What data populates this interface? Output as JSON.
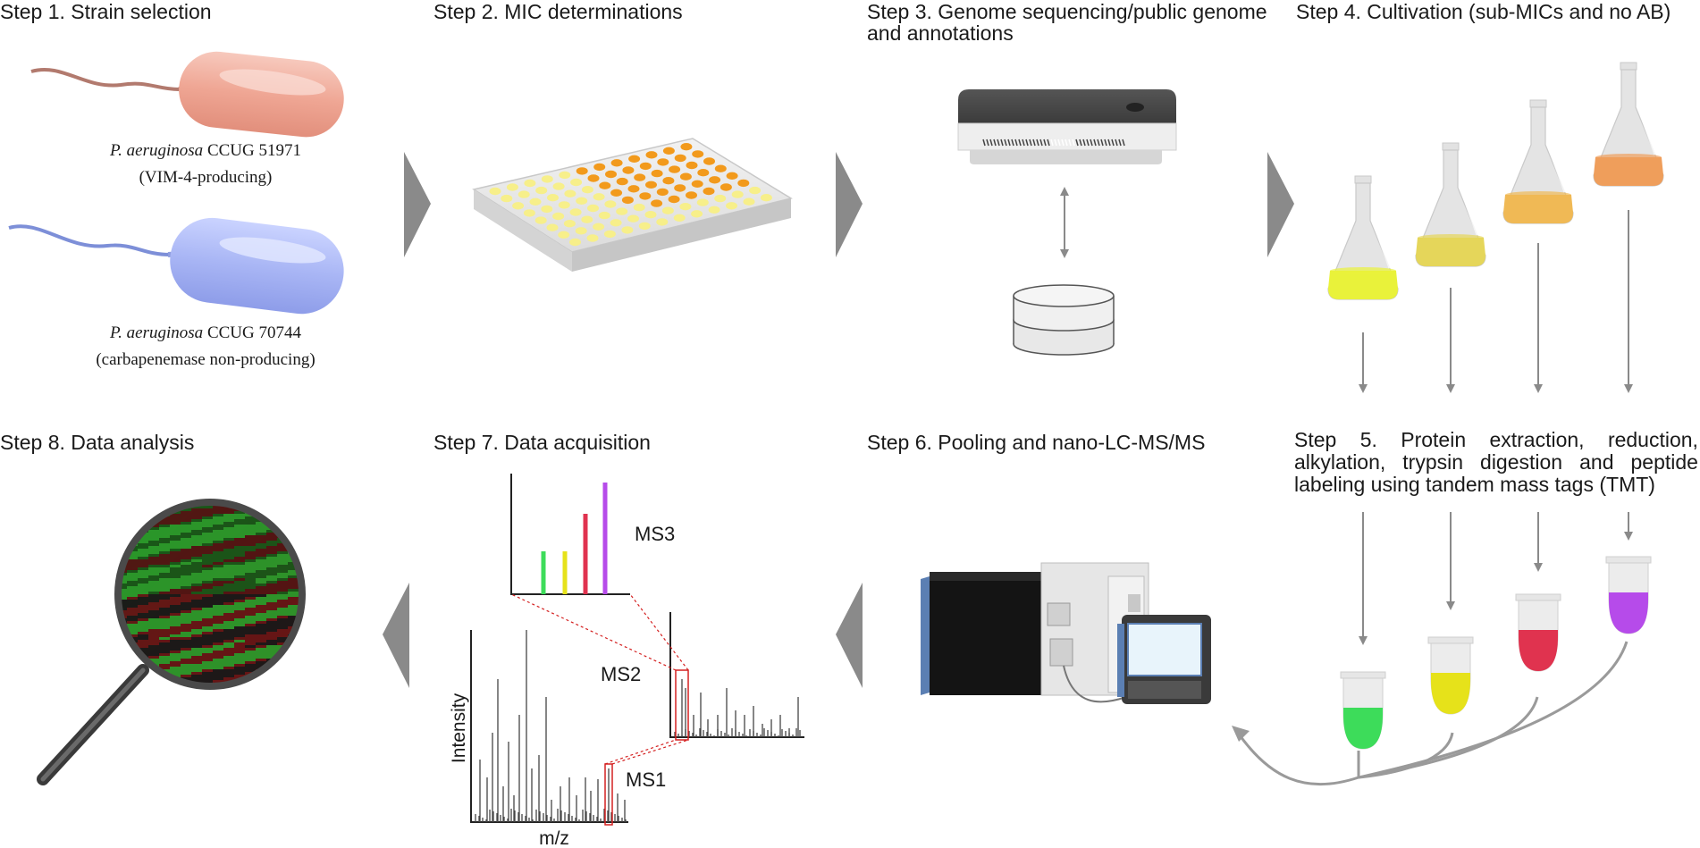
{
  "steps": {
    "s1": "Step 1. Strain selection",
    "s2": "Step 2. MIC determinations",
    "s3_line1": "Step 3. Genome sequencing/public genome",
    "s3_line2": "and annotations",
    "s4": "Step 4. Cultivation (sub-MICs and no AB)",
    "s5_line1": [
      "Step",
      "5.",
      "Protein",
      "extraction,",
      "reduction,"
    ],
    "s5_line2": [
      "alkylation,",
      "trypsin",
      "digestion",
      "and",
      "peptide"
    ],
    "s5_line3": "labeling using tandem mass tags (TMT)",
    "s6": "Step 6. Pooling and nano-LC-MS/MS",
    "s7": "Step 7. Data acquisition",
    "s8": "Step 8. Data analysis"
  },
  "strains": {
    "a_species": "P. aeruginosa",
    "a_id": " CCUG 51971",
    "a_note": "(VIM-4-producing)",
    "b_species": "P. aeruginosa",
    "b_id": " CCUG 70744",
    "b_note": "(carbapenemase non-producing)"
  },
  "ms": {
    "ms3": "MS3",
    "ms2": "MS2",
    "ms1": "MS1",
    "ylabel": "Intensity",
    "xlabel": "m/z"
  },
  "colors": {
    "arrow_gray": "#8a8a8a",
    "well_orange": "#f29a1c",
    "well_yellow": "#f7ef8a",
    "tmt_green": "#3ddc5a",
    "tmt_yellow": "#e6e21a",
    "tmt_red": "#e0334f",
    "tmt_purple": "#b64bea",
    "highlight_red": "#d42020",
    "instrument_blue": "#5b7fb3"
  }
}
